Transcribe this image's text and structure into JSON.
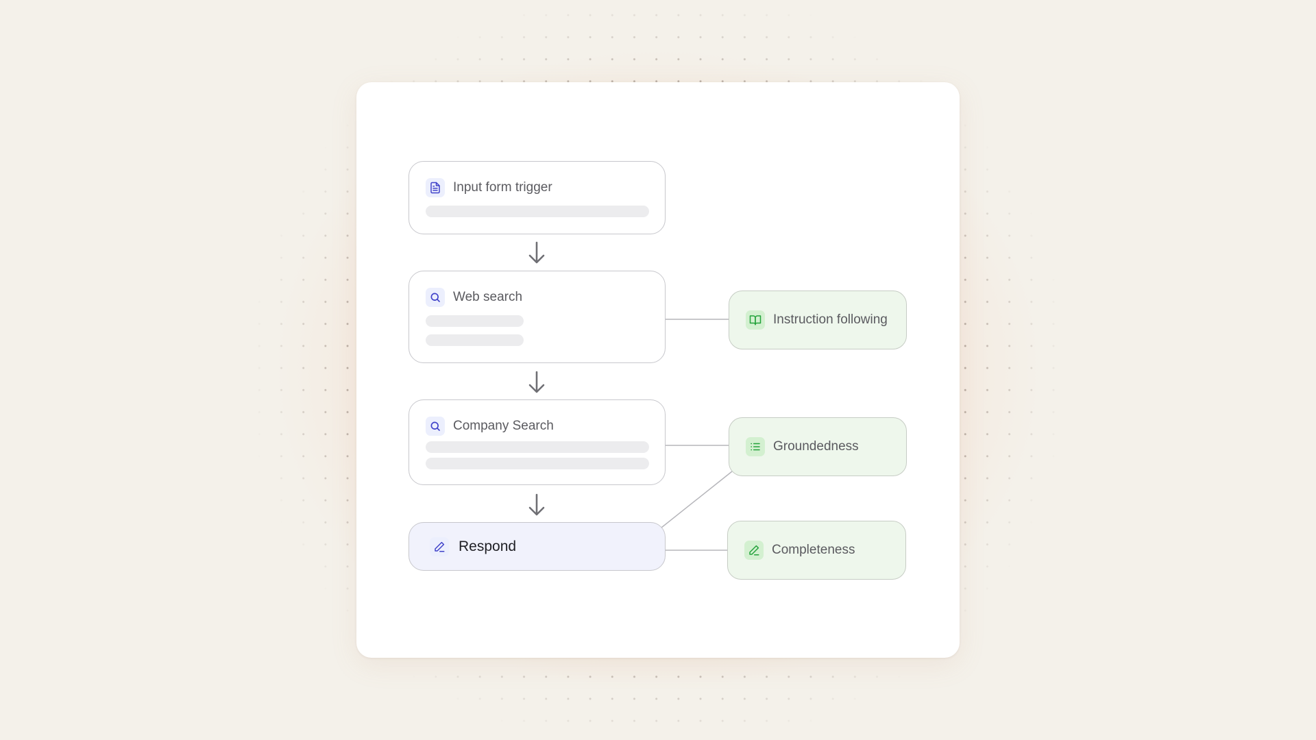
{
  "workflow": {
    "steps": [
      {
        "label": "Input form trigger",
        "icon": "document-icon"
      },
      {
        "label": "Web search",
        "icon": "search-icon"
      },
      {
        "label": "Company Search",
        "icon": "search-icon"
      },
      {
        "label": "Respond",
        "icon": "pencil-icon"
      }
    ]
  },
  "evaluations": [
    {
      "label": "Instruction following",
      "icon": "book-icon"
    },
    {
      "label": "Groundedness",
      "icon": "list-icon"
    },
    {
      "label": "Completeness",
      "icon": "pencil-icon"
    }
  ],
  "colors": {
    "step_icon": "#3f41c9",
    "eval_icon": "#22a23a",
    "respond_fill": "#f1f2fc",
    "eval_fill": "#eef7ec"
  }
}
